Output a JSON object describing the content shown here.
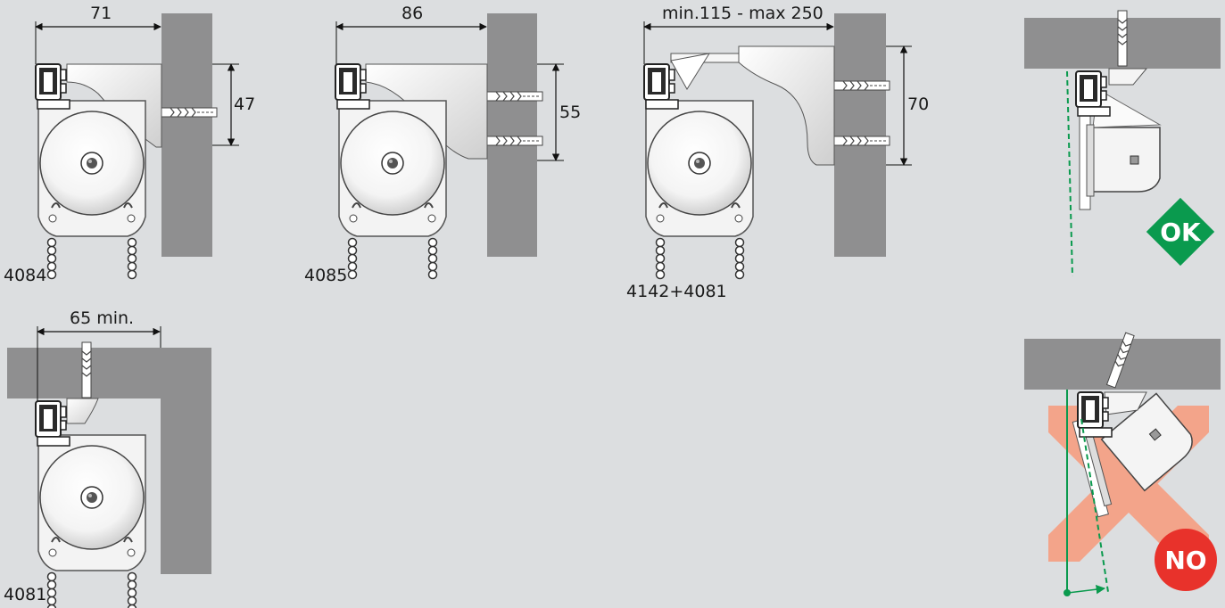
{
  "dimensions": {
    "d4084_width": "71",
    "d4084_height": "47",
    "d4085_width": "86",
    "d4085_height": "55",
    "d4142_width": "min.115 - max 250",
    "d4142_height": "70",
    "d4081_width": "65 min."
  },
  "models": {
    "m4084": "4084",
    "m4085": "4085",
    "m4142": "4142+4081",
    "m4081": "4081"
  },
  "badges": {
    "ok": "OK",
    "no": "NO"
  },
  "colors": {
    "background": "#dcdee0",
    "wall": "#8f8f90",
    "ok_badge": "#0a9a4e",
    "no_badge": "#e8322b",
    "cross": "#f3a48a",
    "guide_line": "#0a9a4e"
  }
}
